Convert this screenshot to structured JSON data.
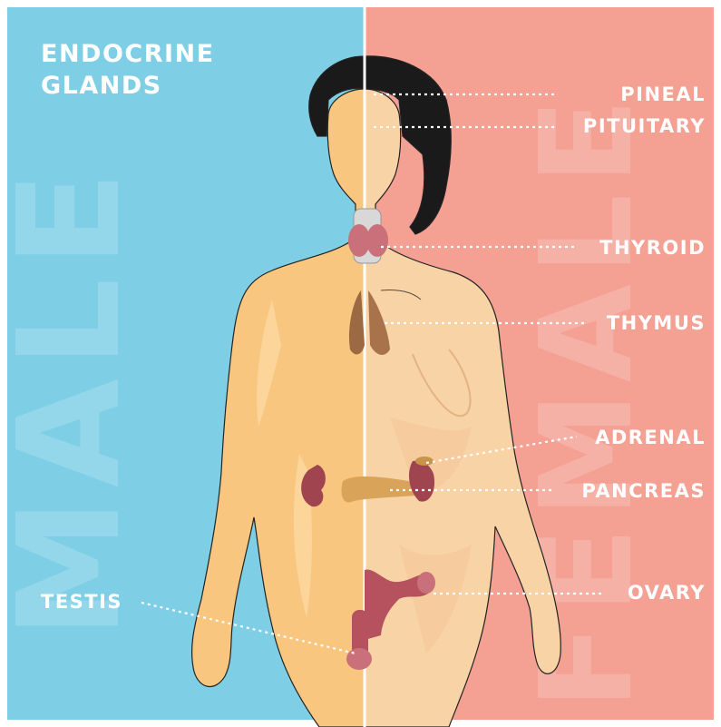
{
  "title_line1": "ENDOCRINE",
  "title_line2": "GLANDS",
  "side_left": "MALE",
  "side_right": "FEMALE",
  "labels": {
    "pineal": "PINEAL",
    "pituitary": "PITUITARY",
    "thyroid": "THYROID",
    "thymus": "THYMUS",
    "adrenal": "ADRENAL",
    "pancreas": "PANCREAS",
    "ovary": "OVARY",
    "testis": "TESTIS"
  },
  "colors": {
    "male_bg": "#7ecfe6",
    "female_bg": "#f4a093",
    "male_skin": "#f8c67f",
    "female_skin": "#f8d3a6",
    "hair": "#1a1a1a",
    "organ": "#b5525e",
    "label": "#ffffff"
  }
}
